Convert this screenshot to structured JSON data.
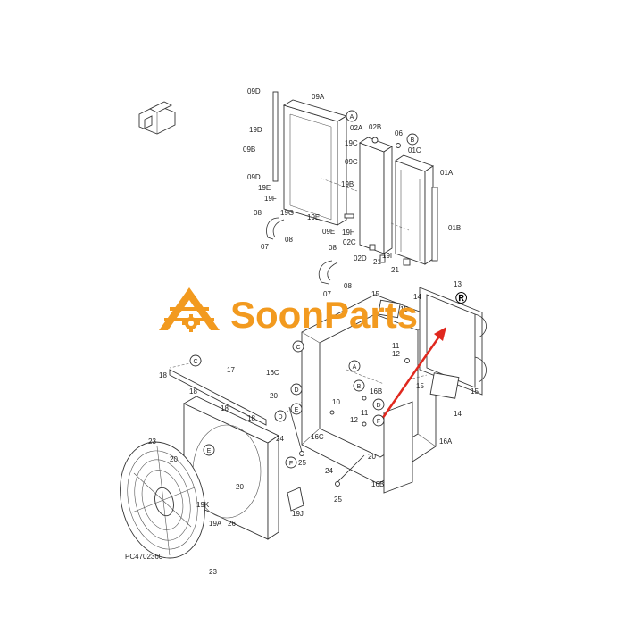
{
  "watermark": {
    "text": "SoonParts",
    "registered": "®"
  },
  "drawing_code": "PC4702360",
  "part_labels": [
    {
      "id": "09D_top",
      "text": "09D"
    },
    {
      "id": "09A",
      "text": "09A"
    },
    {
      "id": "19D",
      "text": "19D"
    },
    {
      "id": "09B",
      "text": "09B"
    },
    {
      "id": "09D_bot",
      "text": "09D"
    },
    {
      "id": "19E_a",
      "text": "19E"
    },
    {
      "id": "19F",
      "text": "19F"
    },
    {
      "id": "08_a",
      "text": "08"
    },
    {
      "id": "19G",
      "text": "19G"
    },
    {
      "id": "19E_b",
      "text": "19E"
    },
    {
      "id": "07_a",
      "text": "07"
    },
    {
      "id": "08_b",
      "text": "08"
    },
    {
      "id": "19C_a",
      "text": "19C"
    },
    {
      "id": "09C",
      "text": "09C"
    },
    {
      "id": "19B",
      "text": "19B"
    },
    {
      "id": "02A",
      "text": "02A"
    },
    {
      "id": "02B",
      "text": "02B"
    },
    {
      "id": "06",
      "text": "06"
    },
    {
      "id": "01C",
      "text": "01C"
    },
    {
      "id": "01A",
      "text": "01A"
    },
    {
      "id": "01B",
      "text": "01B"
    },
    {
      "id": "09E",
      "text": "09E"
    },
    {
      "id": "19H",
      "text": "19H"
    },
    {
      "id": "02C",
      "text": "02C"
    },
    {
      "id": "19I",
      "text": "19I"
    },
    {
      "id": "02D",
      "text": "02D"
    },
    {
      "id": "21_a",
      "text": "21"
    },
    {
      "id": "21_b",
      "text": "21"
    },
    {
      "id": "08_c",
      "text": "08"
    },
    {
      "id": "07_b",
      "text": "07"
    },
    {
      "id": "08_d",
      "text": "08"
    },
    {
      "id": "13",
      "text": "13"
    },
    {
      "id": "14_a",
      "text": "14"
    },
    {
      "id": "15_a",
      "text": "15"
    },
    {
      "id": "15_b",
      "text": "15"
    },
    {
      "id": "11_a",
      "text": "11"
    },
    {
      "id": "12_a",
      "text": "12"
    },
    {
      "id": "15_c",
      "text": "15"
    },
    {
      "id": "15_d",
      "text": "15"
    },
    {
      "id": "14_b",
      "text": "14"
    },
    {
      "id": "18_a",
      "text": "18"
    },
    {
      "id": "17",
      "text": "17"
    },
    {
      "id": "18_b",
      "text": "18"
    },
    {
      "id": "16C_a",
      "text": "16C"
    },
    {
      "id": "16B",
      "text": "16B"
    },
    {
      "id": "18_c",
      "text": "18"
    },
    {
      "id": "20_a",
      "text": "20"
    },
    {
      "id": "18_d",
      "text": "18"
    },
    {
      "id": "10",
      "text": "10"
    },
    {
      "id": "12_b",
      "text": "12"
    },
    {
      "id": "11_b",
      "text": "11"
    },
    {
      "id": "24_a",
      "text": "24"
    },
    {
      "id": "16C_b",
      "text": "16C"
    },
    {
      "id": "25_a",
      "text": "25"
    },
    {
      "id": "16A",
      "text": "16A"
    },
    {
      "id": "23_a",
      "text": "23"
    },
    {
      "id": "20_b",
      "text": "20"
    },
    {
      "id": "20_c",
      "text": "20"
    },
    {
      "id": "19K",
      "text": "19K"
    },
    {
      "id": "19A",
      "text": "19A"
    },
    {
      "id": "26",
      "text": "26"
    },
    {
      "id": "19J",
      "text": "19J"
    },
    {
      "id": "24_b",
      "text": "24"
    },
    {
      "id": "20_d",
      "text": "20"
    },
    {
      "id": "25_b",
      "text": "25"
    },
    {
      "id": "16B_b",
      "text": "16B"
    },
    {
      "id": "23_b",
      "text": "23"
    }
  ],
  "callouts": [
    {
      "id": "A_top",
      "text": "A"
    },
    {
      "id": "B_top",
      "text": "B"
    },
    {
      "id": "C_left",
      "text": "C"
    },
    {
      "id": "C_frame",
      "text": "C"
    },
    {
      "id": "D_frame",
      "text": "D"
    },
    {
      "id": "E_frame",
      "text": "E"
    },
    {
      "id": "F_frame",
      "text": "F"
    },
    {
      "id": "A_frame",
      "text": "A"
    },
    {
      "id": "B_frame",
      "text": "B"
    },
    {
      "id": "D_right",
      "text": "D"
    },
    {
      "id": "F_right",
      "text": "F"
    },
    {
      "id": "E_shroud",
      "text": "E"
    },
    {
      "id": "D_shroud",
      "text": "D"
    }
  ],
  "colors": {
    "watermark": "#f29a1f",
    "pointer": "#e0281e",
    "line": "#333333"
  }
}
